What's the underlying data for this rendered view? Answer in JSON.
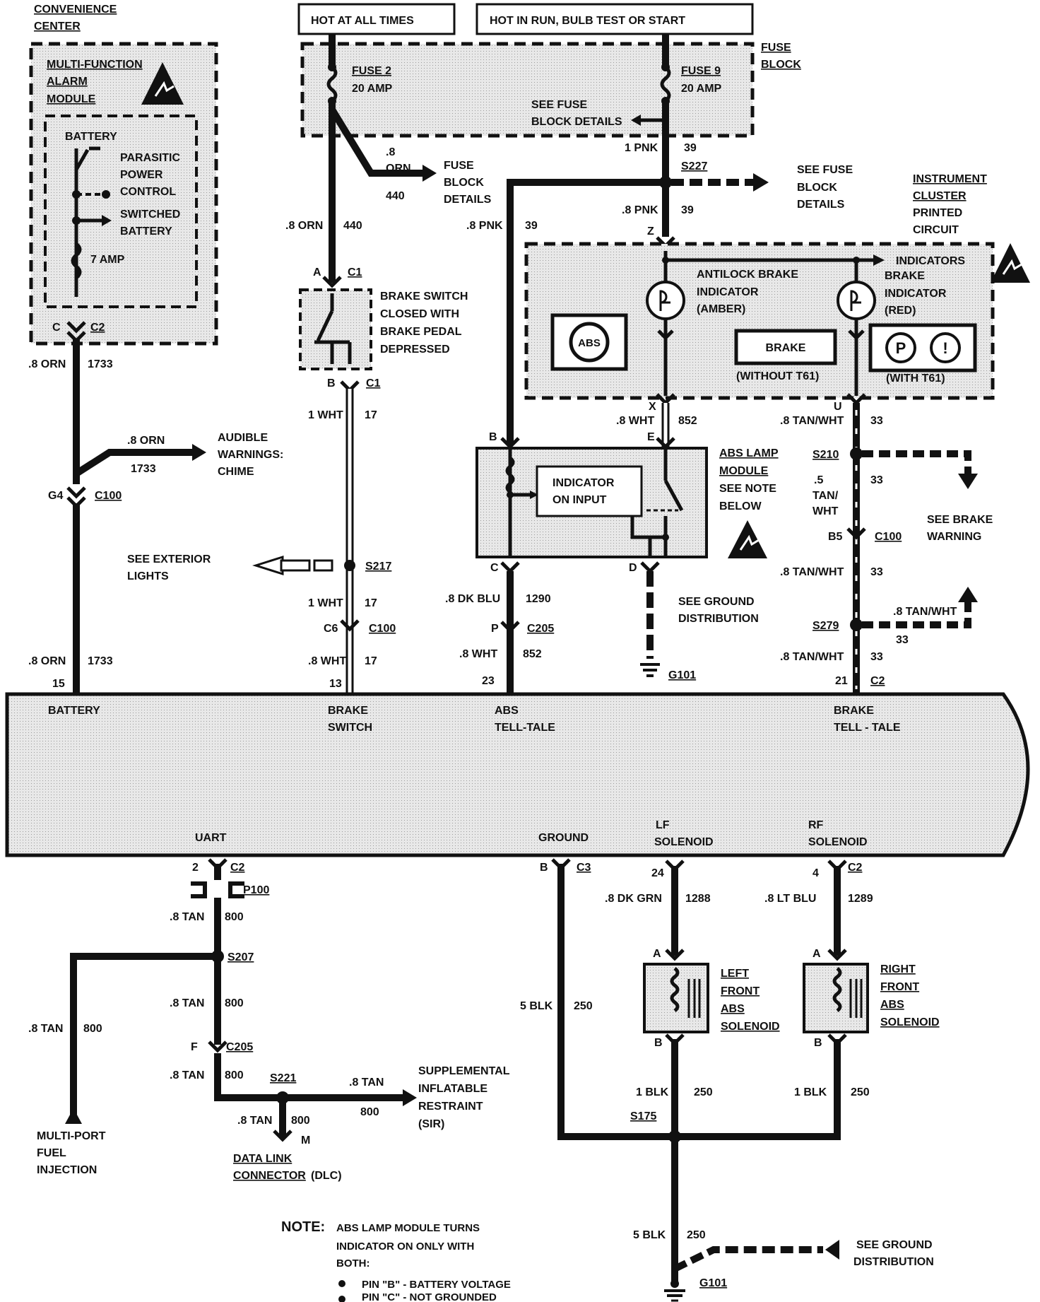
{
  "headers": {
    "hot_at_all_times": "HOT AT ALL TIMES",
    "hot_in_run": "HOT IN RUN, BULB TEST OR START"
  },
  "fuse_block": {
    "title_line1": "FUSE",
    "title_line2": "BLOCK",
    "fuse2_name": "FUSE 2",
    "fuse2_rating": "20 AMP",
    "fuse9_name": "FUSE 9",
    "fuse9_rating": "20 AMP",
    "details_line1": "SEE FUSE",
    "details_line2": "BLOCK DETAILS"
  },
  "convenience_center": {
    "line1": "CONVENIENCE",
    "line2": "CENTER"
  },
  "alarm_module": {
    "line1": "MULTI-FUNCTION",
    "line2": "ALARM",
    "line3": "MODULE",
    "battery": "BATTERY",
    "parasitic_1": "PARASITIC",
    "parasitic_2": "POWER",
    "parasitic_3": "CONTROL",
    "switched_1": "SWITCHED",
    "switched_2": "BATTERY",
    "amp": "7 AMP",
    "pin": "C",
    "conn": "C2"
  },
  "left_circuit": {
    "wire1_color": ".8 ORN",
    "wire1_num": "1733",
    "branch_color": ".8 ORN",
    "branch_num": "1733",
    "chime_1": "AUDIBLE",
    "chime_2": "WARNINGS:",
    "chime_3": "CHIME",
    "g4_pin": "G4",
    "g4_conn": "C100",
    "ext_1": "SEE EXTERIOR",
    "ext_2": "LIGHTS",
    "wire2_color": ".8 ORN",
    "wire2_num": "1733",
    "term_pin": "15"
  },
  "brake_switch": {
    "fb_color": ".8",
    "fb_color2": "ORN",
    "fb_num": "440",
    "fb_details_1": "FUSE",
    "fb_details_2": "BLOCK",
    "fb_details_3": "DETAILS",
    "wire_color": ".8 ORN",
    "wire_num": "440",
    "pin_a": "A",
    "conn_a": "C1",
    "label_1": "BRAKE SWITCH",
    "label_2": "CLOSED WITH",
    "label_3": "BRAKE PEDAL",
    "label_4": "DEPRESSED",
    "pin_b": "B",
    "conn_b": "C1",
    "w1_color": "1 WHT",
    "w1_num": "17",
    "splice": "S217",
    "w2_color": "1 WHT",
    "w2_num": "17",
    "c6_pin": "C6",
    "c6_conn": "C100",
    "w3_color": ".8 WHT",
    "w3_num": "17",
    "term_pin": "13"
  },
  "abs_circuit": {
    "pnk_color": "1 PNK",
    "pnk_num": "39",
    "splice": "S227",
    "fb_1": "SEE FUSE",
    "fb_2": "BLOCK",
    "fb_3": "DETAILS",
    "w_color": ".8 PNK",
    "w_num": "39",
    "w2_color": ".8 PNK",
    "w2_num": "39",
    "pin_z": "Z",
    "pin_b": "B",
    "pin_x": "X",
    "pin_e": "E",
    "wht_color": ".8 WHT",
    "wht_num": "852",
    "module_1": "ABS LAMP",
    "module_2": "MODULE",
    "module_3": "SEE NOTE",
    "module_4": "BELOW",
    "ind_1": "INDICATOR",
    "ind_2": "ON INPUT",
    "pin_c": "C",
    "pin_d": "D",
    "blu_color": ".8 DK BLU",
    "blu_num": "1290",
    "p_pin": "P",
    "p_conn": "C205",
    "wht2_color": ".8 WHT",
    "wht2_num": "852",
    "ground_1": "SEE GROUND",
    "ground_2": "DISTRIBUTION",
    "g101": "G101",
    "term_pin": "23"
  },
  "cluster": {
    "label_1": "INSTRUMENT",
    "label_2": "CLUSTER",
    "label_3": "PRINTED",
    "label_4": "CIRCUIT",
    "indicators": "INDICATORS",
    "abs_ind_1": "ANTILOCK BRAKE",
    "abs_ind_2": "INDICATOR",
    "abs_ind_3": "(AMBER)",
    "brake_ind_1": "BRAKE",
    "brake_ind_2": "INDICATOR",
    "brake_ind_3": "(RED)",
    "abs_symbol": "ABS",
    "brake_symbol": "BRAKE",
    "without": "(WITHOUT T61)",
    "with": "(WITH T61)",
    "p_symbol": "P",
    "bang_symbol": "!",
    "pin_u": "U"
  },
  "brake_circuit": {
    "w1_color": ".8 TAN/WHT",
    "w1_num": "33",
    "s210": "S210",
    "w2_color_1": ".5",
    "w2_color_2": "TAN/",
    "w2_color_3": "WHT",
    "w2_num": "33",
    "warn_1": "SEE BRAKE",
    "warn_2": "WARNING",
    "b5_pin": "B5",
    "b5_conn": "C100",
    "w3_color": ".8 TAN/WHT",
    "w3_num": "33",
    "s279": "S279",
    "branch_color": ".8 TAN/WHT",
    "branch_num": "33",
    "w4_color": ".8 TAN/WHT",
    "w4_num": "33",
    "term_pin": "21",
    "term_conn": "C2"
  },
  "ebcm": {
    "battery": "BATTERY",
    "brake_sw_1": "BRAKE",
    "brake_sw_2": "SWITCH",
    "abs_tt_1": "ABS",
    "abs_tt_2": "TELL-TALE",
    "brake_tt_1": "BRAKE",
    "brake_tt_2": "TELL - TALE",
    "uart": "UART",
    "ground": "GROUND",
    "lf_1": "LF",
    "lf_2": "SOLENOID",
    "rf_1": "RF",
    "rf_2": "SOLENOID"
  },
  "uart_circuit": {
    "pin": "2",
    "conn": "C2",
    "p100": "P100",
    "w1_color": ".8 TAN",
    "w1_num": "800",
    "s207": "S207",
    "w2_color": ".8 TAN",
    "w2_num": "800",
    "mpfi_color": ".8 TAN",
    "mpfi_num": "800",
    "mpfi_1": "MULTI-PORT",
    "mpfi_2": "FUEL",
    "mpfi_3": "INJECTION",
    "f_pin": "F",
    "f_conn": "C205",
    "w3_color": ".8 TAN",
    "w3_num": "800",
    "s221": "S221",
    "sir_color": ".8 TAN",
    "sir_num": "800",
    "sir_1": "SUPPLEMENTAL",
    "sir_2": "INFLATABLE",
    "sir_3": "RESTRAINT",
    "sir_4": "(SIR)",
    "dlc_color": ".8 TAN",
    "dlc_num": "800",
    "dlc_pin": "M",
    "dlc_1": "DATA LINK",
    "dlc_2": "CONNECTOR",
    "dlc_3": "(DLC)"
  },
  "ground_circuit": {
    "pin": "B",
    "conn": "C3",
    "w_color": "5 BLK",
    "w_num": "250",
    "s175": "S175",
    "w2_color": "5 BLK",
    "w2_num": "250",
    "g101": "G101",
    "dist_1": "SEE GROUND",
    "dist_2": "DISTRIBUTION"
  },
  "solenoids": {
    "lf_pin": "24",
    "lf_color": ".8 DK GRN",
    "lf_num": "1288",
    "rf_pin": "4",
    "rf_conn": "C2",
    "rf_color": ".8 LT BLU",
    "rf_num": "1289",
    "pin_a": "A",
    "pin_b": "B",
    "left_1": "LEFT",
    "left_2": "FRONT",
    "left_3": "ABS",
    "left_4": "SOLENOID",
    "right_1": "RIGHT",
    "right_2": "FRONT",
    "right_3": "ABS",
    "right_4": "SOLENOID",
    "lf_blk": "1 BLK",
    "lf_blk_num": "250",
    "rf_blk": "1 BLK",
    "rf_blk_num": "250"
  },
  "note": {
    "label": "NOTE:",
    "line1": "ABS LAMP MODULE TURNS",
    "line2": "INDICATOR ON ONLY WITH",
    "line3": "BOTH:",
    "bullet1": "PIN \"B\" - BATTERY VOLTAGE",
    "bullet2": "PIN \"C\" - NOT GROUNDED"
  }
}
